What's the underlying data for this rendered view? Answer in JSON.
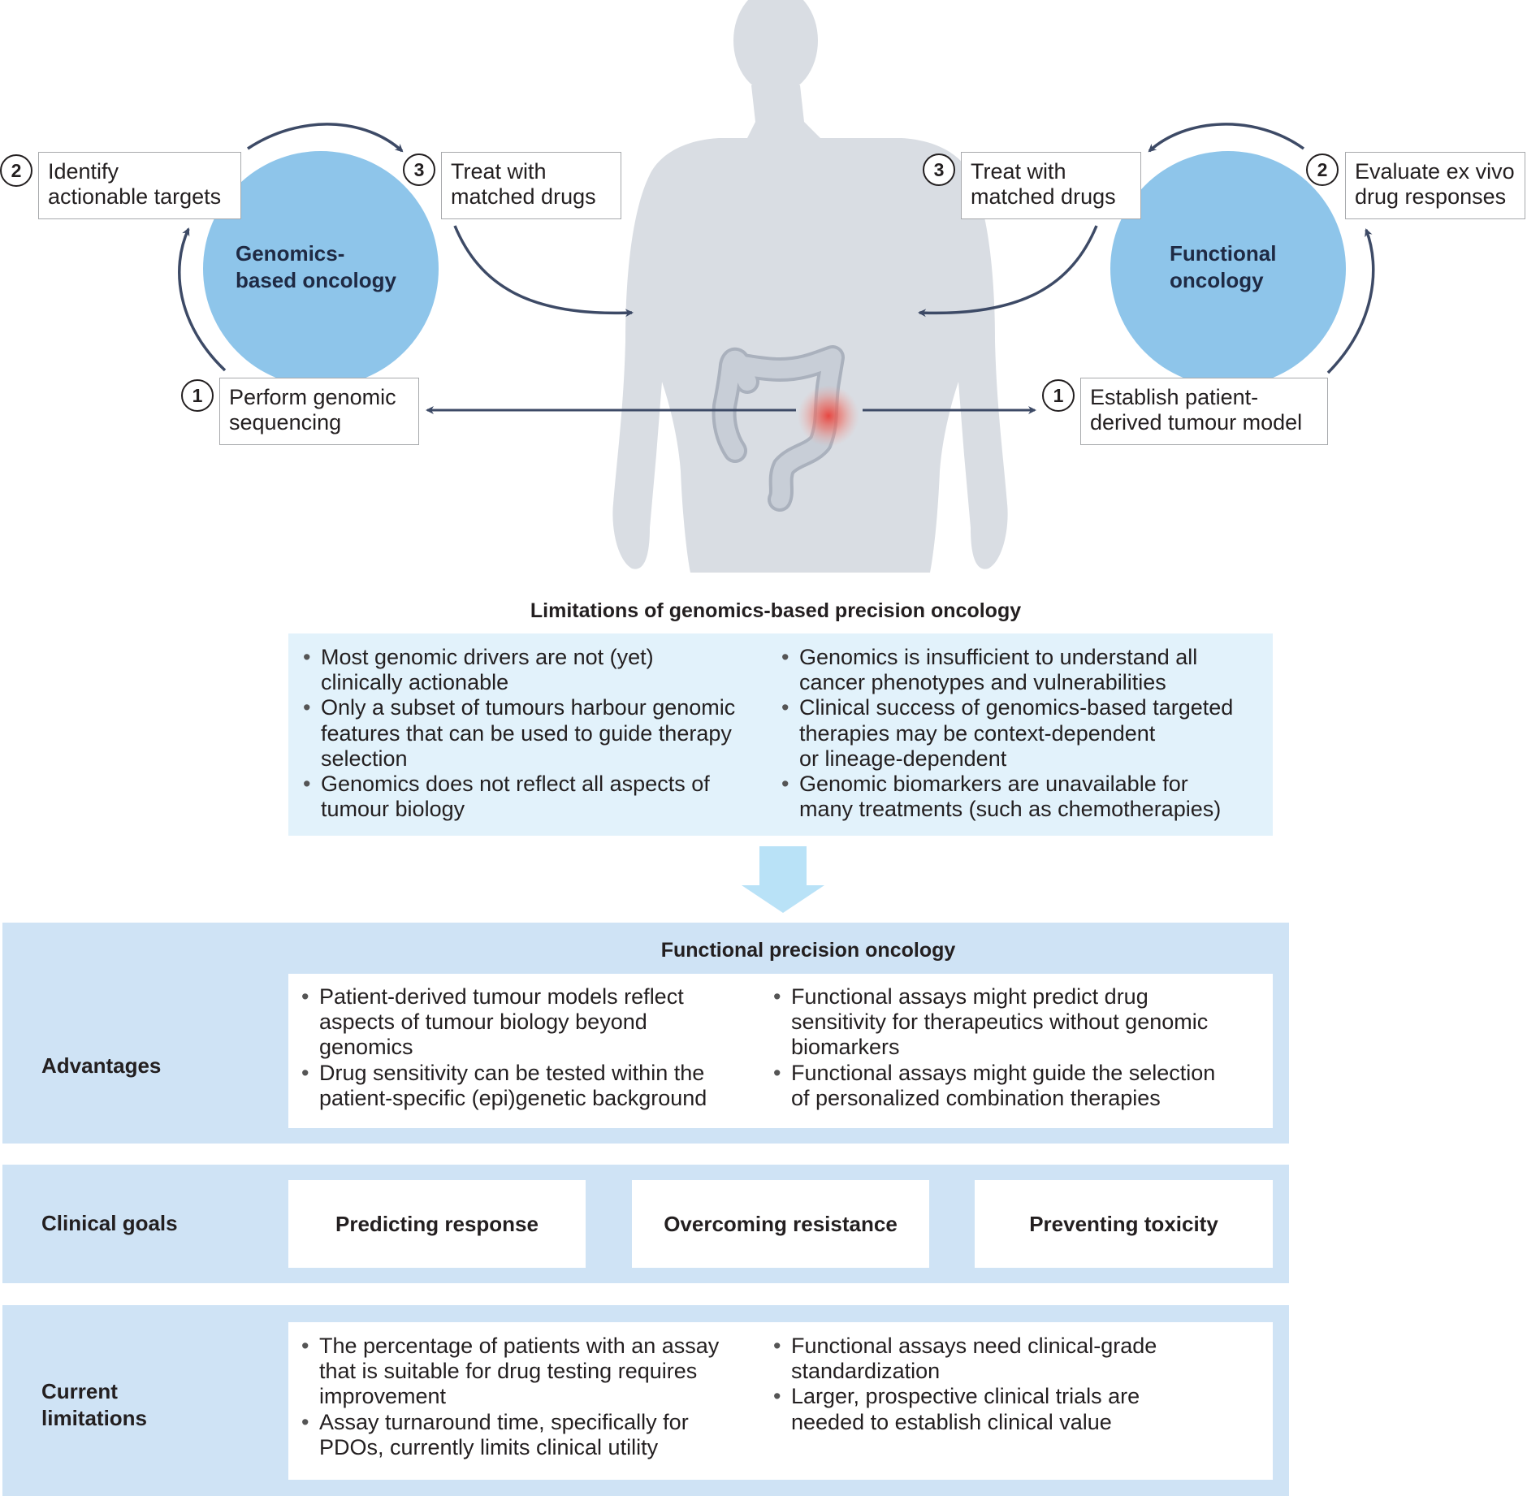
{
  "left_cycle": {
    "center_label": "Genomics-based oncology",
    "center_lines": [
      "Genomics-",
      "based oncology"
    ],
    "steps": [
      {
        "number": "1",
        "lines": [
          "Perform genomic",
          "sequencing"
        ]
      },
      {
        "number": "2",
        "lines": [
          "Identify",
          "actionable targets"
        ]
      },
      {
        "number": "3",
        "lines": [
          "Treat with",
          "matched drugs"
        ]
      }
    ]
  },
  "right_cycle": {
    "center_label": "Functional oncology",
    "center_lines": [
      "Functional",
      "oncology"
    ],
    "steps": [
      {
        "number": "1",
        "lines": [
          "Establish patient-",
          "derived tumour model"
        ]
      },
      {
        "number": "2",
        "lines": [
          "Evaluate ex vivo",
          "drug responses"
        ]
      },
      {
        "number": "3",
        "lines": [
          "Treat with",
          "matched drugs"
        ]
      }
    ]
  },
  "limitations_genomics": {
    "title": "Limitations of genomics-based precision oncology",
    "left": [
      [
        "Most genomic drivers are not (yet)",
        "clinically actionable"
      ],
      [
        "Only a subset of tumours harbour genomic",
        "features that can be used to guide therapy",
        "selection"
      ],
      [
        "Genomics does not reflect all aspects of",
        "tumour biology"
      ]
    ],
    "right": [
      [
        "Genomics is insufficient to understand all",
        "cancer phenotypes and vulnerabilities"
      ],
      [
        "Clinical success of genomics-based targeted",
        "therapies may be context-dependent",
        "or lineage-dependent"
      ],
      [
        "Genomic biomarkers are unavailable for",
        "many treatments (such as chemotherapies)"
      ]
    ]
  },
  "functional": {
    "title": "Functional precision oncology",
    "advantages": {
      "label": "Advantages",
      "left": [
        [
          "Patient-derived tumour models reflect",
          "aspects of tumour biology beyond",
          "genomics"
        ],
        [
          "Drug sensitivity can be tested within the",
          "patient-specific (epi)genetic background"
        ]
      ],
      "right": [
        [
          "Functional assays might predict drug",
          "sensitivity for therapeutics without genomic",
          "biomarkers"
        ],
        [
          "Functional assays might guide the selection",
          "of personalized combination therapies"
        ]
      ]
    },
    "clinical_goals": {
      "label": "Clinical goals",
      "goals": [
        "Predicting response",
        "Overcoming resistance",
        "Preventing toxicity"
      ]
    },
    "current_limitations": {
      "label_lines": [
        "Current",
        "limitations"
      ],
      "left": [
        [
          "The percentage of patients with an assay",
          "that is suitable for drug testing requires",
          "improvement"
        ],
        [
          "Assay turnaround time, specifically for",
          "PDOs, currently limits clinical utility"
        ]
      ],
      "right": [
        [
          "Functional assays need clinical-grade",
          "standardization"
        ],
        [
          "Larger, prospective clinical trials are",
          "needed to establish clinical value"
        ]
      ]
    }
  },
  "colors": {
    "circle": "#8ec5ea",
    "arrow": "#3d4a66",
    "silhouette": "#d9dde3",
    "colon": "#bfc5cf",
    "tumour": "#e8403a",
    "light_box": "#e2f2fb",
    "band": "#cfe3f5",
    "down_arrow": "#b9e2f7"
  }
}
